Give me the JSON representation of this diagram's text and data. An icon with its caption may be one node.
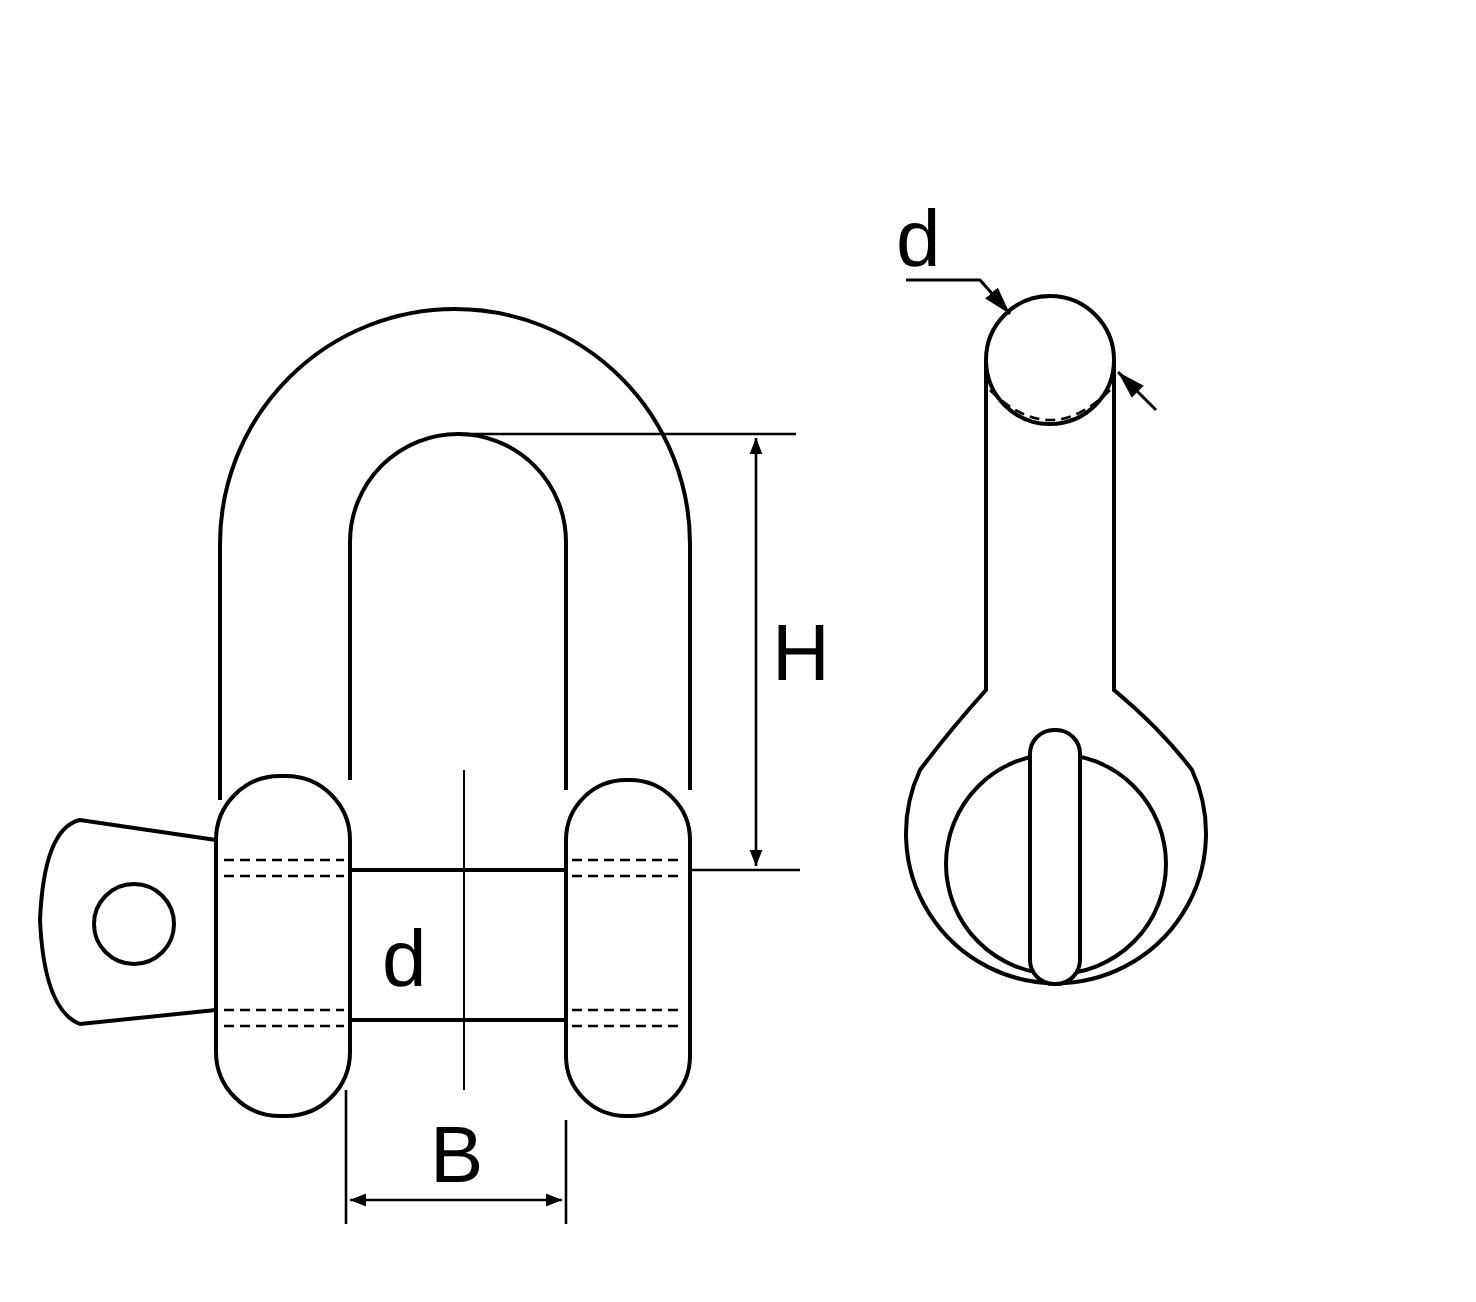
{
  "diagram": {
    "labels": [
      "d",
      "H",
      "d",
      "B"
    ]
  }
}
